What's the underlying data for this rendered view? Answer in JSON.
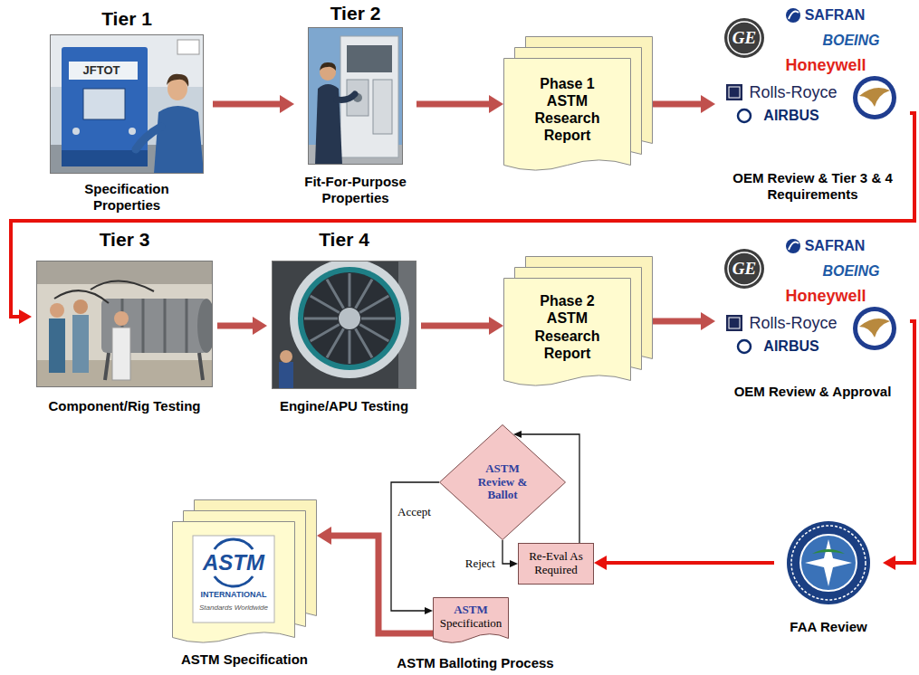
{
  "diagram": {
    "nodes": [
      {
        "text": [
          "Tier 1",
          "Specification Properties"
        ]
      },
      {
        "text": [
          "Tier 2",
          "Fit-For-Purpose Properties"
        ]
      },
      {
        "text": [
          "Phase 1 ASTM Research Report"
        ]
      },
      {
        "text": [
          "OEM Review & Tier 3 & 4 Requirements"
        ]
      },
      {
        "text": [
          "Tier 3",
          "Component/Rig Testing"
        ]
      },
      {
        "text": [
          "Tier 4",
          "Engine/APU Testing"
        ]
      },
      {
        "text": [
          "Phase 2 ASTM Research Report"
        ]
      },
      {
        "text": [
          "OEM Review & Approval"
        ]
      },
      {
        "text": [
          "FAA Review"
        ]
      },
      {
        "text": [
          "Re-Eval As Required"
        ]
      },
      {
        "text": [
          "ASTM Review & Ballot"
        ]
      },
      {
        "text": [
          "ASTM",
          "Specification"
        ]
      },
      {
        "text": [
          "ASTM Specification"
        ]
      }
    ],
    "edges": [
      {
        "from": 0,
        "to": 1,
        "arrow": "to"
      },
      {
        "from": 1,
        "to": 2,
        "arrow": "to"
      },
      {
        "from": 2,
        "to": 3,
        "arrow": "to"
      },
      {
        "from": 3,
        "to": 4,
        "arrow": "to"
      },
      {
        "from": 4,
        "to": 5,
        "arrow": "to"
      },
      {
        "from": 5,
        "to": 6,
        "arrow": "to"
      },
      {
        "from": 6,
        "to": 7,
        "arrow": "to"
      },
      {
        "from": 7,
        "to": 8,
        "arrow": "to"
      },
      {
        "from": 8,
        "to": 9,
        "arrow": "to"
      },
      {
        "from": 9,
        "to": 10,
        "arrow": "to"
      },
      {
        "from": 10,
        "to": 9,
        "label": "Reject",
        "arrow": "to"
      },
      {
        "from": 10,
        "to": 11,
        "label": "Accept",
        "arrow": "to"
      },
      {
        "from": 11,
        "to": 12,
        "arrow": "to"
      }
    ],
    "labels": [
      "JFTOT",
      "GE",
      "SAFRAN",
      "BOEING",
      "Honeywell",
      "Rolls-Royce",
      "AIRBUS",
      "GE",
      "SAFRAN",
      "BOEING",
      "Honeywell",
      "Rolls-Royce",
      "AIRBUS",
      "ASTM",
      "INTERNATIONAL",
      "Standards Worldwide",
      "ASTM Balloting Process"
    ]
  }
}
